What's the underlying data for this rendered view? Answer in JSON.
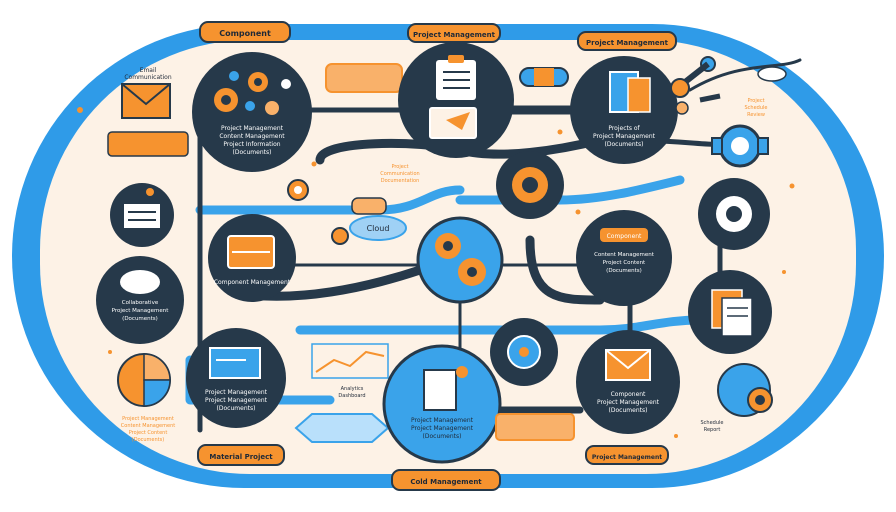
{
  "colors": {
    "background": "#fdf2e6",
    "outer_ring": "#2f9be8",
    "node_dark": "#26394a",
    "node_blue": "#3aa3ea",
    "accent_orange": "#f6932f",
    "accent_orange_light": "#f9b16a"
  },
  "pills": {
    "top_left": "Component",
    "top_center": "Project Management",
    "top_right": "Project Management",
    "bottom_left": "Material Project",
    "bottom_center": "Cold Management",
    "bottom_right": "Project Management"
  },
  "nodes": {
    "top_left": {
      "lines": [
        "Project Management",
        "Content Management",
        "Project Information",
        "(Documents)"
      ]
    },
    "top_right": {
      "lines": [
        "Projects of",
        "Project Management",
        "(Documents)"
      ]
    },
    "mid_left": {
      "lines": [
        "Component Management"
      ]
    },
    "left_cloud": {
      "lines": [
        "Collaborative",
        "Project Management",
        "(Documents)"
      ]
    },
    "right_center": {
      "lines": [
        "Component",
        "Content Management",
        "Project Content",
        "(Documents)"
      ]
    },
    "bottom_left": {
      "lines": [
        "Project Management",
        "Project Management",
        "(Documents)"
      ]
    },
    "bottom_center": {
      "lines": [
        "Project Management",
        "Project Management",
        "(Documents)"
      ]
    },
    "bottom_right": {
      "lines": [
        "Component",
        "Project Management",
        "(Documents)"
      ]
    }
  },
  "small_labels": {
    "email": [
      "Email",
      "Communication"
    ],
    "center_badge": "Cloud",
    "upper_center": [
      "Project",
      "Communication",
      "Documentation"
    ],
    "far_right": [
      "Project",
      "Schedule",
      "Review"
    ],
    "left_bottom": [
      "Project Management",
      "Content Management",
      "Project Content",
      "(Documents)"
    ],
    "chart_caption": [
      "Analytics",
      "Dashboard"
    ],
    "bottom_right_small": [
      "Schedule",
      "Report"
    ]
  }
}
